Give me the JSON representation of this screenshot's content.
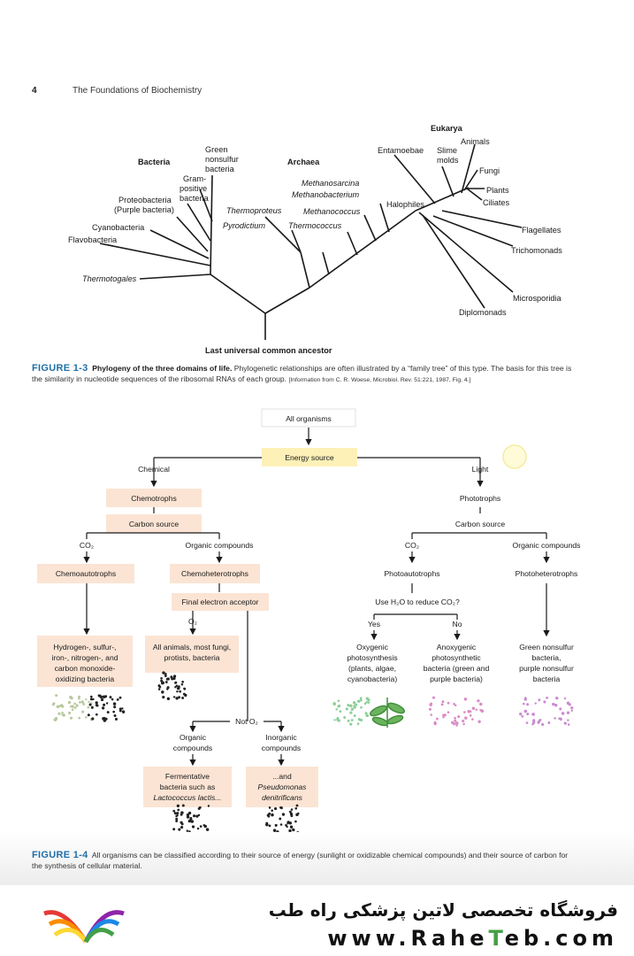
{
  "header": {
    "page_number": "4",
    "running_title": "The Foundations of Biochemistry"
  },
  "figure13": {
    "domains": {
      "bacteria": "Bacteria",
      "archaea": "Archaea",
      "eukarya": "Eukarya"
    },
    "bacteria_labels": [
      "Green",
      "nonsulfur",
      "bacteria",
      "Gram-",
      "positive",
      "bacteria",
      "Proteobacteria",
      "(Purple bacteria)",
      "Cyanobacteria",
      "Flavobacteria",
      "Thermotogales"
    ],
    "archaea_labels": [
      "Methanosarcina",
      "Methanobacterium",
      "Methanococcus",
      "Halophiles",
      "Thermoproteus",
      "Pyrodictium",
      "Thermococcus"
    ],
    "eukarya_labels": [
      "Entamoebae",
      "Slime",
      "molds",
      "Animals",
      "Fungi",
      "Plants",
      "Ciliates",
      "Flagellates",
      "Trichomonads",
      "Microsporidia",
      "Diplomonads"
    ],
    "root": "Last universal common ancestor",
    "caption": {
      "label": "FIGURE 1-3",
      "title": "Phylogeny of the three domains of life.",
      "text1": "Phylogenetic relationships are often illustrated by a “family tree” of this type. The basis for this tree is",
      "text2": "the similarity in nucleotide sequences of the ribosomal RNAs of each group.",
      "source": "[Information from C. R. Woese, Microbiol. Rev. 51:221, 1987, Fig. 4.]"
    }
  },
  "figure14": {
    "all_organisms": "All organisms",
    "energy_source": "Energy source",
    "chemical": "Chemical",
    "light": "Light",
    "chemotrophs": "Chemotrophs",
    "phototrophs": "Phototrophs",
    "carbon_source": "Carbon source",
    "co2": "CO₂",
    "organic_compounds": "Organic compounds",
    "chemoautotrophs": "Chemoautotrophs",
    "chemoheterotrophs": "Chemoheterotrophs",
    "photoautotrophs": "Photoautotrophs",
    "photoheterotrophs": "Photoheterotrophs",
    "final_acceptor": "Final electron acceptor",
    "o2": "O₂",
    "not_o2": "Not O₂",
    "use_h2o": "Use H₂O to reduce CO₂?",
    "yes": "Yes",
    "no": "No",
    "chemoauto_desc": [
      "Hydrogen-, sulfur-,",
      "iron-, nitrogen-, and",
      "carbon monoxide-",
      "oxidizing bacteria"
    ],
    "chemohetero_desc": [
      "All animals, most fungi,",
      "protists, bacteria"
    ],
    "oxygenic": [
      "Oxygenic",
      "photosynthesis",
      "(plants, algae,",
      "cyanobacteria)"
    ],
    "anoxygenic": [
      "Anoxygenic",
      "photosynthetic",
      "bacteria (green and",
      "purple bacteria)"
    ],
    "photohetero_desc": [
      "Green nonsulfur",
      "bacteria,",
      "purple nonsulfur",
      "bacteria"
    ],
    "organic": [
      "Organic",
      "compounds"
    ],
    "inorganic": [
      "Inorganic",
      "compounds"
    ],
    "fermentative": [
      "Fermentative",
      "bacteria such as",
      "Lactococcus lactis..."
    ],
    "pseudomonas": [
      "...and",
      "Pseudomonas",
      "denitrificans"
    ],
    "caption": {
      "label": "FIGURE 1-4",
      "text1": "All organisms can be classified according to their source of energy (sunlight or oxidizable chemical compounds) and their source of carbon for",
      "text2": "the synthesis of cellular material."
    }
  },
  "footer": {
    "shop_name": "فروشگاه تخصصی لاتین پزشکی  راه طب",
    "url_prefix": "www.Rahe",
    "url_t": "T",
    "url_suffix": "eb.com"
  },
  "colors": {
    "box_fill": "#fbe4d4",
    "energy_fill": "#fdf1b8",
    "caption_blue": "#1f6fa8"
  }
}
